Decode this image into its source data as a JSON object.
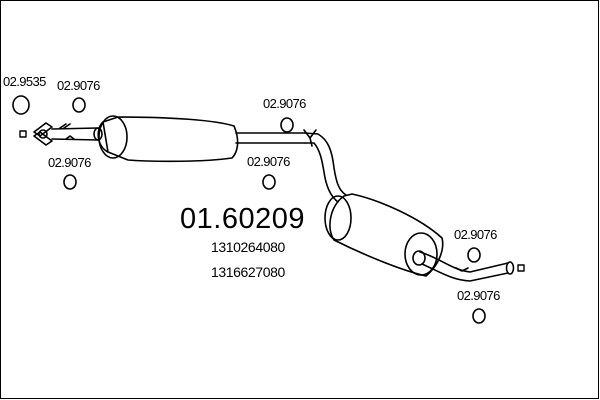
{
  "part_number": "01.60209",
  "oe_numbers": [
    "1310264080",
    "1316627080"
  ],
  "callouts": {
    "bracket_top_left": "02.9535",
    "ring_top_left": "02.9076",
    "ring_bottom_left": "02.9076",
    "ring_top_mid": "02.9076",
    "ring_bottom_mid": "02.9076",
    "ring_right_top": "02.9076",
    "ring_right_bottom": "02.9076"
  },
  "colors": {
    "line": "#000000",
    "background": "#ffffff"
  }
}
